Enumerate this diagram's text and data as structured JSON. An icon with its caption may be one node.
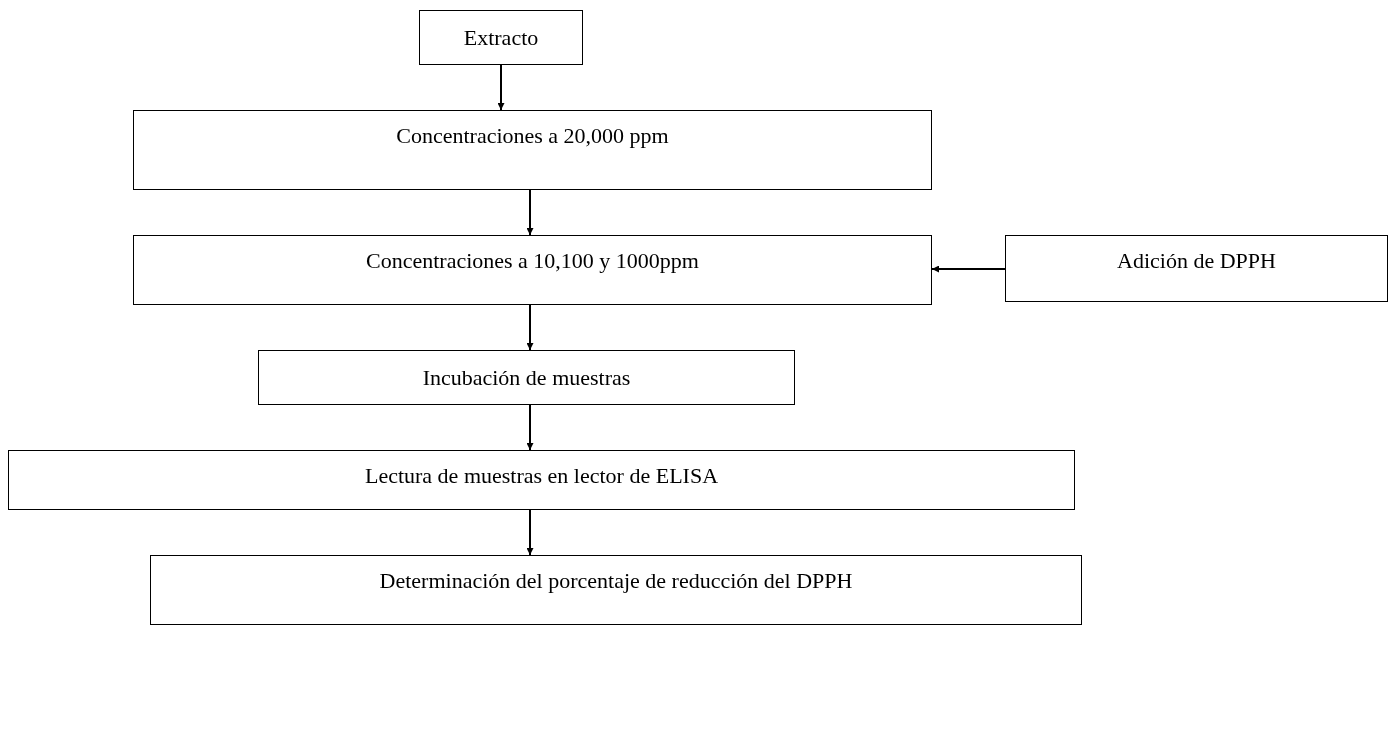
{
  "diagram": {
    "nodes": [
      {
        "text": [
          "Extracto"
        ]
      },
      {
        "text": [
          "Concentraciones a 20,000 ppm"
        ]
      },
      {
        "text": [
          "Concentraciones a 10,100 y 1000ppm"
        ]
      },
      {
        "text": [
          "Adición de DPPH"
        ]
      },
      {
        "text": [
          "Incubación de muestras"
        ]
      },
      {
        "text": [
          "Lectura de muestras en lector de ELISA"
        ]
      },
      {
        "text": [
          "Determinación del porcentaje de reducción del DPPH"
        ]
      }
    ],
    "edges": [
      {
        "from": 0,
        "to": 1,
        "arrow": "to"
      },
      {
        "from": 1,
        "to": 2,
        "arrow": "to"
      },
      {
        "from": 3,
        "to": 2,
        "arrow": "to"
      },
      {
        "from": 2,
        "to": 4,
        "arrow": "to"
      },
      {
        "from": 4,
        "to": 5,
        "arrow": "to"
      },
      {
        "from": 5,
        "to": 6,
        "arrow": "to"
      }
    ]
  }
}
